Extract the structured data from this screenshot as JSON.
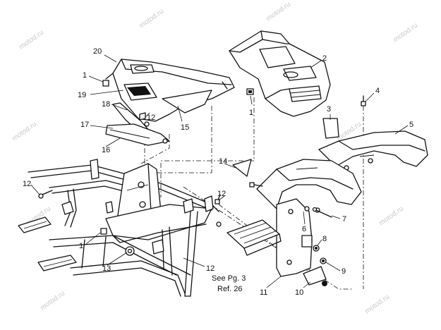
{
  "watermark": "motod.ru",
  "callouts": [
    {
      "id": "c1a",
      "text": "1"
    },
    {
      "id": "c1b",
      "text": "1"
    },
    {
      "id": "c1c",
      "text": "1"
    },
    {
      "id": "c2",
      "text": "2"
    },
    {
      "id": "c3",
      "text": "3"
    },
    {
      "id": "c4",
      "text": "4"
    },
    {
      "id": "c5",
      "text": "5"
    },
    {
      "id": "c6",
      "text": "6"
    },
    {
      "id": "c7",
      "text": "7"
    },
    {
      "id": "c8",
      "text": "8"
    },
    {
      "id": "c9",
      "text": "9"
    },
    {
      "id": "c10",
      "text": "10"
    },
    {
      "id": "c11",
      "text": "11"
    },
    {
      "id": "c12a",
      "text": "12"
    },
    {
      "id": "c12b",
      "text": "12"
    },
    {
      "id": "c12c",
      "text": "12"
    },
    {
      "id": "c12d",
      "text": "12"
    },
    {
      "id": "c13",
      "text": "13"
    },
    {
      "id": "c14",
      "text": "14"
    },
    {
      "id": "c15",
      "text": "15"
    },
    {
      "id": "c16",
      "text": "16"
    },
    {
      "id": "c17",
      "text": "17"
    },
    {
      "id": "c18",
      "text": "18"
    },
    {
      "id": "c19",
      "text": "19"
    },
    {
      "id": "c20",
      "text": "20"
    }
  ],
  "reference_note": {
    "line1": "See Pg. 3",
    "line2": "Ref. 26"
  }
}
